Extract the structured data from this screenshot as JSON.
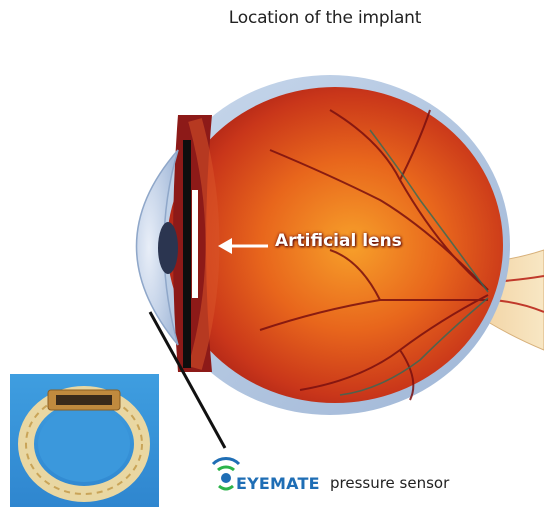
{
  "title": "Location of the implant",
  "lens_label": "Artificial lens",
  "brand": {
    "name": "EYEMATE",
    "colors": {
      "primary": "#1f6eb5",
      "accent": "#2bb34a"
    }
  },
  "sensor_label": "pressure sensor",
  "icons": {
    "arrow_lens": "arrow-left",
    "logo": "eyemate-signal-logo"
  }
}
